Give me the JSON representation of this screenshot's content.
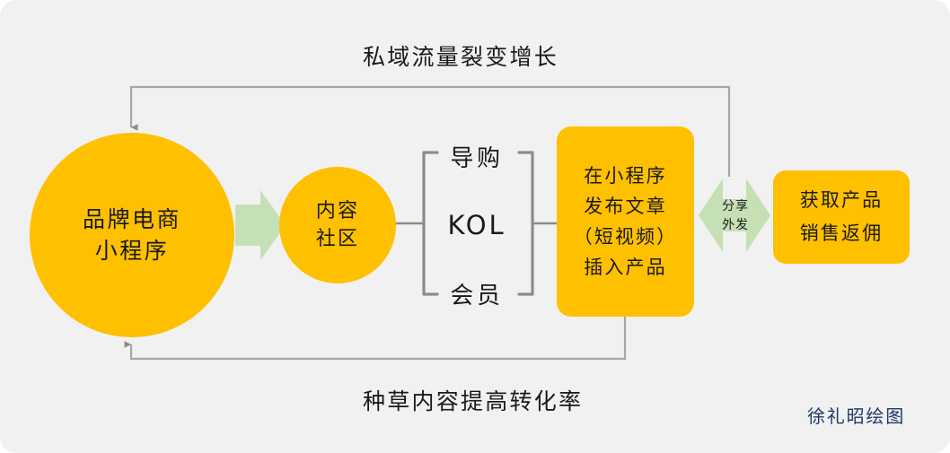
{
  "diagram": {
    "background_color": "#f1f1f1",
    "accent_yellow": "#FFC000",
    "accent_green": "#C5E0B4",
    "line_color": "#8c8c8c",
    "signature_color": "#1f3864",
    "captions": {
      "top": "私域流量裂变增长",
      "bottom": "种草内容提高转化率",
      "signature": "徐礼昭绘图"
    },
    "nodes": {
      "brand_circle": {
        "lines": [
          "品牌电商",
          "小程序"
        ],
        "shape": "circle",
        "color": "#FFC000"
      },
      "community_circle": {
        "lines": [
          "内容",
          "社区"
        ],
        "shape": "circle",
        "color": "#FFC000"
      },
      "publish_box": {
        "lines": [
          "在小程序",
          "发布文章",
          "（短视频）",
          "插入产品"
        ],
        "shape": "rounded-rect",
        "color": "#FFC000"
      },
      "commission_box": {
        "lines": [
          "获取产品",
          "销售返佣"
        ],
        "shape": "rounded-rect",
        "color": "#FFC000"
      }
    },
    "bracket_items": [
      {
        "label": "导购",
        "script": "han"
      },
      {
        "label": "KOL",
        "script": "latin"
      },
      {
        "label": "会员",
        "script": "han"
      }
    ],
    "arrows": {
      "brand_to_community": {
        "icon": "right-arrow-icon",
        "color": "#C5E0B4",
        "label": ""
      },
      "publish_to_commission": {
        "icon": "double-arrow-icon",
        "color": "#C5E0B4",
        "lines": [
          "分享",
          "外发"
        ]
      },
      "feedback_top": {
        "icon": "arrow-line-icon",
        "label": "私域流量裂变增长",
        "direction": "right-to-left"
      },
      "feedback_bottom": {
        "icon": "arrow-line-icon",
        "label": "种草内容提高转化率",
        "direction": "right-to-left"
      }
    }
  }
}
